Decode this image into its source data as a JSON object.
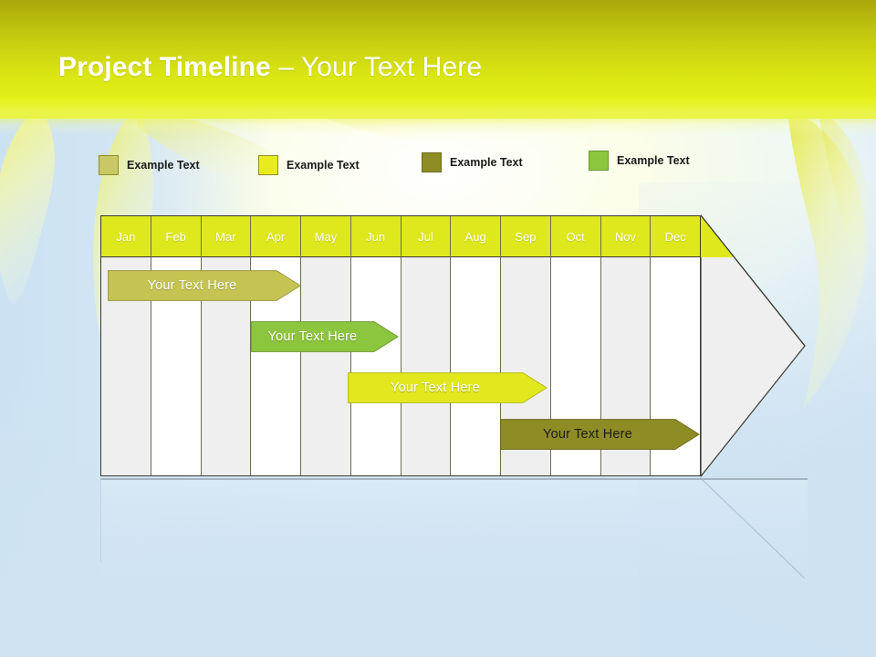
{
  "slide": {
    "title_bold": "Project Timeline",
    "title_separator": " – ",
    "title_light": "Your Text Here"
  },
  "colors": {
    "header_top": "#a8a60c",
    "header_bottom": "#e6f21b",
    "month_header": "#dee81c",
    "column_shade": "#efefef",
    "column_plain": "#ffffff",
    "chart_border": "#3a3a32",
    "background_blue": "#cfe3f2",
    "khaki": "#c5c452",
    "yellow": "#e2e81e",
    "olive": "#8e8c25",
    "green": "#8cc63f"
  },
  "legend": {
    "items": [
      {
        "label": "Example Text",
        "color": "#c9c864",
        "border": "#8f8f2b",
        "x": 0
      },
      {
        "label": "Example Text",
        "color": "#e8ec1e",
        "border": "#8f8f2b",
        "x": 175
      },
      {
        "label": "Example Text",
        "color": "#8e8c25",
        "border": "#6d6b1c",
        "x": 354
      },
      {
        "label": "Example Text",
        "color": "#8cc63f",
        "border": "#6a9a2e",
        "x": 537
      }
    ]
  },
  "timeline": {
    "months": [
      "Jan",
      "Feb",
      "Mar",
      "Apr",
      "May",
      "Jun",
      "Jul",
      "Aug",
      "Sep",
      "Oct",
      "Nov",
      "Dec"
    ],
    "bars": [
      {
        "label": "Your  Text Here",
        "fill": "#c5c452",
        "stroke": "#9a9a3c",
        "text_style": "light",
        "start_month": 1,
        "end_month": 4,
        "row": 1,
        "x": 118,
        "y": 296,
        "body_width": 185,
        "tip_width": 28
      },
      {
        "label": "Your  Text Here",
        "fill": "#8cc63f",
        "stroke": "#6d9b2d",
        "text_style": "light",
        "start_month": 4,
        "end_month": 7,
        "row": 2,
        "x": 275,
        "y": 352,
        "body_width": 135,
        "tip_width": 28
      },
      {
        "label": "Your  Text Here",
        "fill": "#e2e81e",
        "stroke": "#b4ba16",
        "text_style": "light",
        "start_month": 6,
        "end_month": 10,
        "row": 3,
        "x": 381,
        "y": 408,
        "body_width": 192,
        "tip_width": 28
      },
      {
        "label": "Your  Text Here",
        "fill": "#8e8c25",
        "stroke": "#6e6c1c",
        "text_style": "dark",
        "start_month": 9,
        "end_month": 13,
        "row": 4,
        "x": 548,
        "y": 459,
        "body_width": 192,
        "tip_width": 28
      }
    ]
  },
  "chart_data": {
    "type": "bar",
    "title": "Project Timeline – Your Text Here",
    "categories": [
      "Jan",
      "Feb",
      "Mar",
      "Apr",
      "May",
      "Jun",
      "Jul",
      "Aug",
      "Sep",
      "Oct",
      "Nov",
      "Dec"
    ],
    "xlabel": "",
    "ylabel": "",
    "grid": true,
    "legend_position": "top",
    "series": [
      {
        "name": "Example Text",
        "color": "#c5c452",
        "start": "Jan",
        "end": "Apr",
        "label": "Your  Text Here"
      },
      {
        "name": "Example Text",
        "color": "#8cc63f",
        "start": "Apr",
        "end": "Jul",
        "label": "Your  Text Here"
      },
      {
        "name": "Example Text",
        "color": "#e2e81e",
        "start": "Jun",
        "end": "Oct",
        "label": "Your  Text Here"
      },
      {
        "name": "Example Text",
        "color": "#8e8c25",
        "start": "Sep",
        "end": "Dec",
        "label": "Your  Text Here"
      }
    ]
  }
}
